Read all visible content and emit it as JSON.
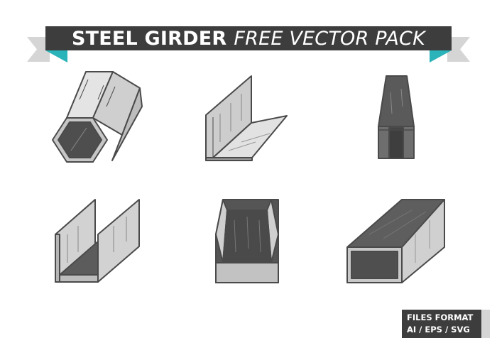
{
  "banner": {
    "title_bold": "STEEL GIRDER",
    "title_light": "FREE VECTOR PACK",
    "bar_color": "#3d3d3d",
    "ribbon_color": "#d5d5d5",
    "fold_color": "#2ab3b8"
  },
  "girders": [
    {
      "name": "hexagonal-tube-girder-icon"
    },
    {
      "name": "angle-girder-icon"
    },
    {
      "name": "t-girder-icon"
    },
    {
      "name": "u-channel-girder-icon"
    },
    {
      "name": "c-channel-girder-icon"
    },
    {
      "name": "rectangular-tube-girder-icon"
    }
  ],
  "files_format": {
    "line1": "FILES FORMAT",
    "line2": "AI / EPS / SVG"
  },
  "colors": {
    "outline": "#4a4a4a",
    "light_face": "#e2e2e2",
    "mid_face": "#bdbdbd",
    "dark_face": "#555555"
  }
}
